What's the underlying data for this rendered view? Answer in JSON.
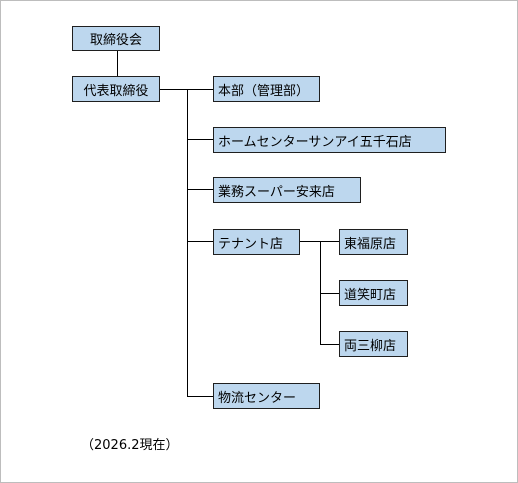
{
  "nodes": {
    "board": "取締役会",
    "ceo": "代表取締役",
    "headquarters": "本部（管理部）",
    "home_center": "ホームセンターサンアイ五千石店",
    "supermarket": "業務スーパー安来店",
    "tenant": "テナント店",
    "higashi_fukuhara": "東福原店",
    "dosho_machi": "道笑町店",
    "ryosan_yanagi": "両三柳店",
    "logistics": "物流センター"
  },
  "note": "（2026.2現在）",
  "colors": {
    "box_fill": "#bdd7ee",
    "box_border": "#1f1f1f",
    "line": "#000000"
  }
}
